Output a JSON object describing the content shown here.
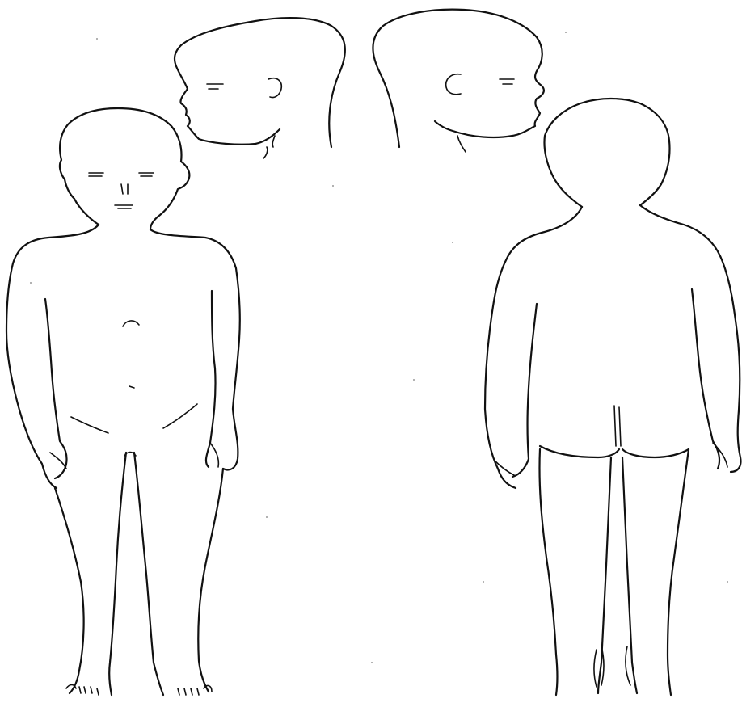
{
  "diagram": {
    "figures": [
      {
        "name": "front-view"
      },
      {
        "name": "back-view"
      },
      {
        "name": "left-head-profile"
      },
      {
        "name": "right-head-profile"
      }
    ],
    "colors": {
      "background": "#ffffff",
      "line": "#111111"
    }
  }
}
